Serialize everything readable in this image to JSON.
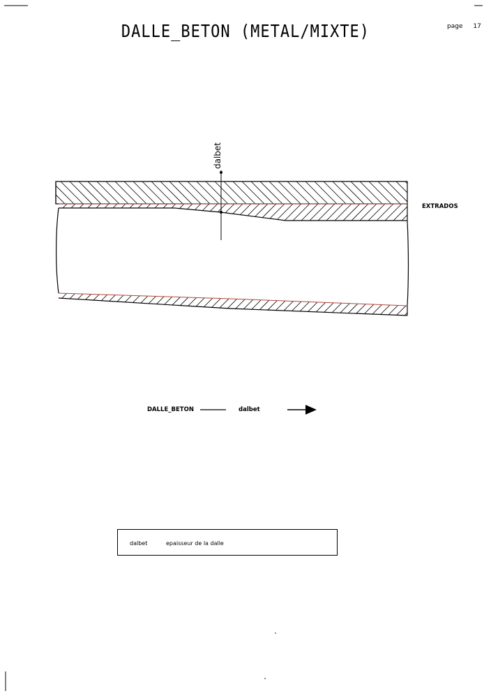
{
  "header": {
    "title": "DALLE_BETON (METAL/MIXTE)",
    "page_label": "page",
    "page_number": "17"
  },
  "diagram": {
    "dimension_label": "dalbet",
    "surface_label": "EXTRADOS"
  },
  "flow": {
    "source": "DALLE_BETON",
    "target": "dalbet"
  },
  "legend": {
    "symbol": "dalbet",
    "description": "epaisseur de la dalle"
  },
  "colors": {
    "line": "#000000",
    "accent": "#b5453a"
  }
}
